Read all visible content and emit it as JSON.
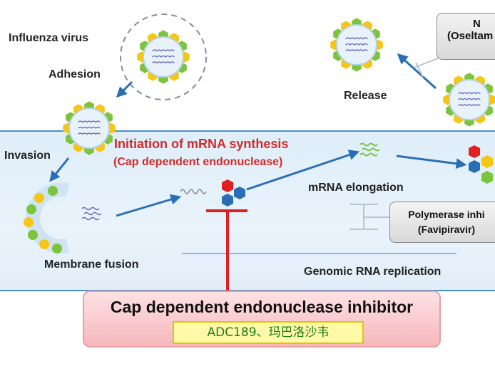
{
  "labels": {
    "influenza_virus": "Influenza virus",
    "adhesion": "Adhesion",
    "invasion": "Invasion",
    "membrane_fusion": "Membrane fusion",
    "initiation_title": "Initiation of mRNA synthesis",
    "initiation_sub": "(Cap dependent endonuclease)",
    "mrna_elongation": "mRNA elongation",
    "genomic_replication": "Genomic RNA replication",
    "release": "Release"
  },
  "drugs": {
    "neuraminidase_line1": "N",
    "neuraminidase_line2": "(Oseltam",
    "polymerase_line1": "Polymerase inhi",
    "polymerase_line2": "(Favipiravir)",
    "cap_inhibitor": "Cap dependent endonuclease inhibitor",
    "cap_inhibitor_examples": "ADC189、玛巴洛沙韦"
  },
  "colors": {
    "arrow": "#2a6fb5",
    "inhibitor_red": "#e02020",
    "title_red": "#d42a2a",
    "spike_yellow": "#f6c614",
    "spike_green": "#7cc43c",
    "envelope": "#b5cfe6"
  }
}
